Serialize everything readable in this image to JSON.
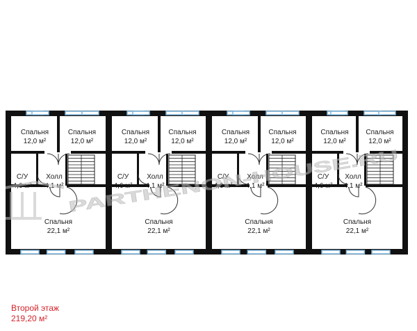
{
  "plan": {
    "title": "Второй этаж",
    "total_area": "219,20 м²",
    "watermark": "PARTHENON-HOUSE.RU",
    "colors": {
      "wall": "#111111",
      "window": "#7fb8e0",
      "stairs": "#222222",
      "caption": "#d3232a",
      "watermark": "#bdbdbd"
    },
    "units": [
      {
        "unit": 1,
        "rooms": [
          {
            "name": "Спальня",
            "area": "12,0 м²"
          },
          {
            "name": "Спальня",
            "area": "12,0 м²"
          },
          {
            "name": "С/У",
            "area": "4,6 м²"
          },
          {
            "name": "Холл",
            "area": "4,1 м²"
          },
          {
            "name": "Спальня",
            "area": "22,1 м²"
          }
        ]
      },
      {
        "unit": 2,
        "rooms": [
          {
            "name": "Спальня",
            "area": "12,0 м²"
          },
          {
            "name": "Спальня",
            "area": "12,0 м²"
          },
          {
            "name": "С/У",
            "area": "4,6 м²"
          },
          {
            "name": "Холл",
            "area": "4,1 м²"
          },
          {
            "name": "Спальня",
            "area": "22,1 м²"
          }
        ]
      },
      {
        "unit": 3,
        "rooms": [
          {
            "name": "Спальня",
            "area": "12,0 м²"
          },
          {
            "name": "Спальня",
            "area": "12,0 м²"
          },
          {
            "name": "С/У",
            "area": "4,6 м²"
          },
          {
            "name": "Холл",
            "area": "4,1 м²"
          },
          {
            "name": "Спальня",
            "area": "22,1 м²"
          }
        ]
      },
      {
        "unit": 4,
        "rooms": [
          {
            "name": "Спальня",
            "area": "12,0 м²"
          },
          {
            "name": "Спальня",
            "area": "12,0 м²"
          },
          {
            "name": "С/У",
            "area": "4,6 м²"
          },
          {
            "name": "Холл",
            "area": "4,1 м²"
          },
          {
            "name": "Спальня",
            "area": "22,1 м²"
          }
        ]
      }
    ]
  }
}
